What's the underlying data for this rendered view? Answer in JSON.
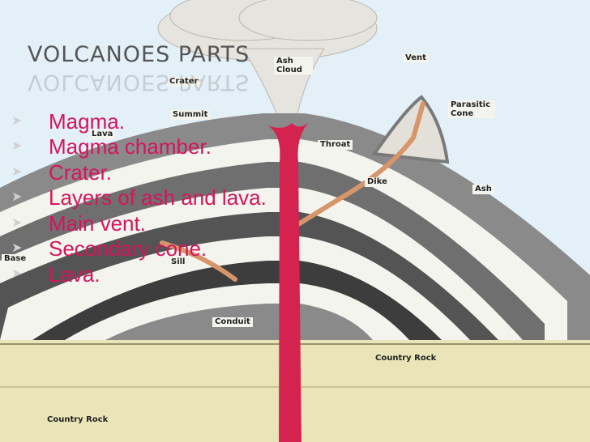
{
  "slide": {
    "title": "VOLCANOES PARTS",
    "bullets": [
      "Magma.",
      "Magma chamber.",
      "Crater.",
      "Layers of ash and lava.",
      "Main vent.",
      "Secondary cone.",
      "Lava."
    ]
  },
  "diagram": {
    "labels": {
      "ash_cloud": "Ash Cloud",
      "vent": "Vent",
      "crater": "Crater",
      "summit": "Summit",
      "parasitic_cone": "Parasitic Cone",
      "lava": "Lava",
      "throat": "Throat",
      "dike": "Dike",
      "ash": "Ash",
      "sill": "Sill",
      "side_partial": "Base",
      "conduit": "Conduit",
      "country_rock_right": "Country Rock",
      "country_rock_bottom": "Country Rock"
    }
  },
  "colors": {
    "title": "#555555",
    "bullet_text": "#d5155c",
    "bullet_arrow": "#d0d0d0",
    "magma": "#d4234f",
    "sky": "#e3f0f8",
    "ground": "#e9e5b8"
  },
  "icons": {
    "bullet": "right-arrow-bullet-icon"
  }
}
